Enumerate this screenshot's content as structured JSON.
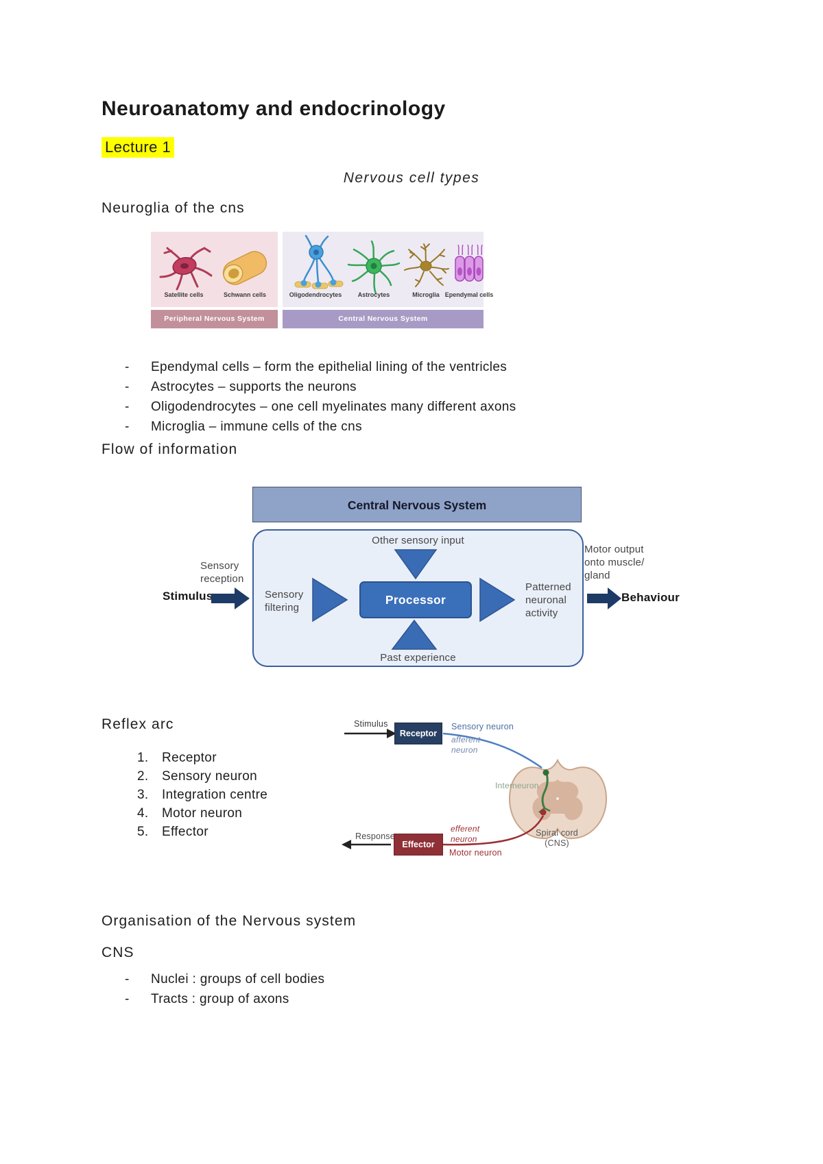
{
  "document": {
    "title": "Neuroanatomy and endocrinology",
    "lecture": "Lecture 1",
    "subtitle": "Nervous cell types",
    "neuroglia_heading": "Neuroglia of the cns",
    "flow_heading": "Flow of information",
    "reflex_heading": "Reflex arc",
    "organisation_heading": "Organisation of the Nervous system",
    "cns_heading": "CNS"
  },
  "glia_bullets": [
    "Ependymal cells – form the epithelial lining of the ventricles",
    "Astrocytes – supports the neurons",
    "Oligodendrocytes – one cell myelinates many different axons",
    "Microglia – immune cells of the cns"
  ],
  "cell_figure": {
    "labels": [
      "Satellite cells",
      "Schwann cells",
      "Oligodendrocytes",
      "Astrocytes",
      "Microglia",
      "Ependymal cells"
    ],
    "pns_band": "Peripheral Nervous System",
    "cns_band": "Central Nervous System"
  },
  "flow_diagram": {
    "header": "Central Nervous System",
    "other_sensory_input": "Other sensory input",
    "sensory_reception": "Sensory reception",
    "stimulus": "Stimulus",
    "sensory_filtering": "Sensory filtering",
    "processor": "Processor",
    "patterned": "Patterned neuronal activity",
    "past_experience": "Past experience",
    "motor_output": "Motor output onto muscle/ gland",
    "behaviour": "Behaviour"
  },
  "reflex_steps": [
    "Receptor",
    "Sensory neuron",
    "Integration centre",
    "Motor neuron",
    "Effector"
  ],
  "reflex_diagram": {
    "stimulus": "Stimulus",
    "receptor": "Receptor",
    "sensory_neuron": "Sensory neuron",
    "afferent_neuron": "afferent neuron",
    "interneuron": "Interneuron",
    "spinal_cord": "Spiral cord (CNS)",
    "response": "Response",
    "effector": "Effector",
    "efferent_neuron": "efferent neuron",
    "motor_neuron": "Motor neuron"
  },
  "org_bullets": [
    "Nuclei : groups of cell bodies",
    "Tracts : group of axons"
  ],
  "colors": {
    "highlight": "#ffff00",
    "pns_band": "#c2909b",
    "cns_band": "#a79bc5",
    "flow_header": "#8fa2c8",
    "flow_fill": "#e9eff8",
    "diagram_blue": "#3a6cb5",
    "block_arrow_navy": "#1e3a66",
    "receptor_navy": "#273f63",
    "effector_red": "#8e3036",
    "sensory_blue": "#4d7fc0",
    "motor_red": "#9c2f34",
    "interneuron_green": "#3f7d44"
  }
}
